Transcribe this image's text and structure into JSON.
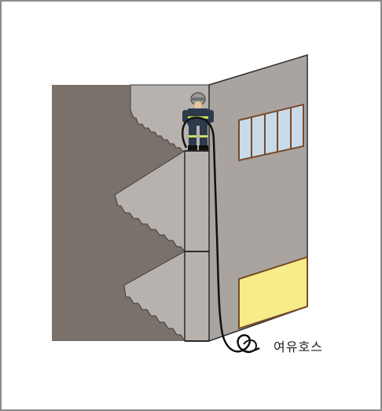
{
  "diagram": {
    "label": "여유호스",
    "colors": {
      "stairwell_wall": "#7b716b",
      "stair_fill": "#b8b2ae",
      "building_face": "#a9a4a0",
      "window_glass": "#c9dbe9",
      "window_frame": "#7a4a2a",
      "door_panel": "#f6ec8a",
      "hose": "#111111"
    },
    "icons": [
      "firefighter-figure",
      "hose-coil"
    ]
  }
}
